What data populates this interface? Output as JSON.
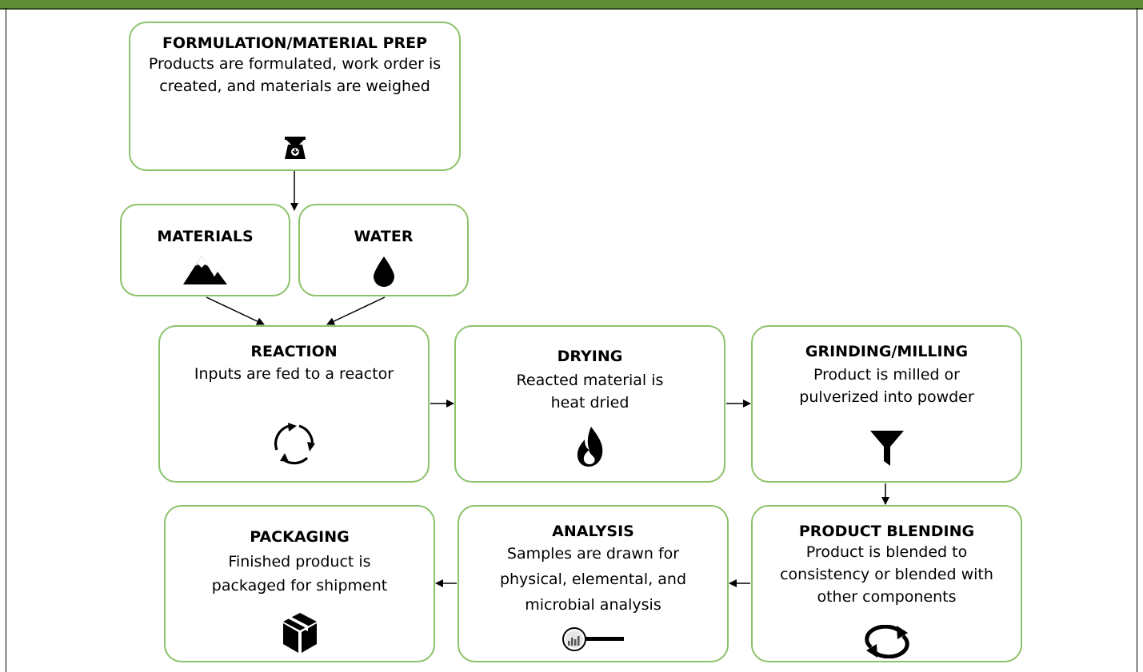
{
  "steps": {
    "formulation": {
      "title": "FORMULATION/MATERIAL PREP",
      "description": "Products are formulated, work order is created, and materials are weighed",
      "icon": "scale-icon"
    },
    "materials": {
      "title": "MATERIALS",
      "icon": "mountain-icon"
    },
    "water": {
      "title": "WATER",
      "icon": "water-drop-icon"
    },
    "reaction": {
      "title": "REACTION",
      "description": "Inputs are fed to a reactor",
      "icon": "cycle-arrows-icon"
    },
    "drying": {
      "title": "DRYING",
      "description": "Reacted material is heat dried",
      "icon": "fire-icon"
    },
    "grinding": {
      "title": "GRINDING/MILLING",
      "description": "Product is milled or pulverized into powder",
      "icon": "funnel-icon"
    },
    "blending": {
      "title": "PRODUCT BLENDING",
      "description": "Product is blended to consistency or blended with other components",
      "icon": "refresh-icon"
    },
    "analysis": {
      "title": "ANALYSIS",
      "description": "Samples are drawn for physical, elemental, and microbial analysis",
      "icon": "magnifier-chart-icon"
    },
    "packaging": {
      "title": "PACKAGING",
      "description": "Finished product is packaged for shipment",
      "icon": "box-icon"
    }
  },
  "colors": {
    "header_bar": "#5d8c35",
    "box_border": "#8cc26a",
    "arrow": "#000000"
  }
}
